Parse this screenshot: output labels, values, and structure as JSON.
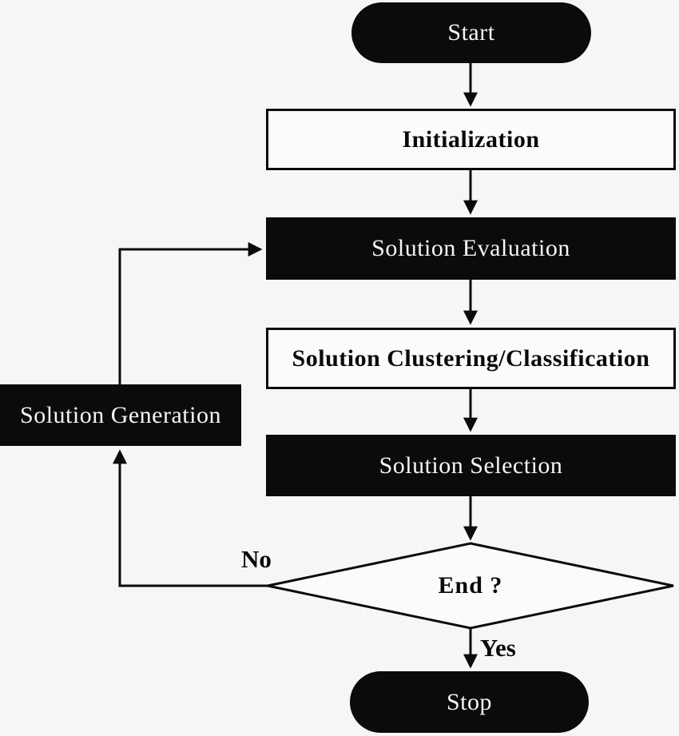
{
  "flowchart": {
    "nodes": {
      "start": "Start",
      "initialization": "Initialization",
      "evaluation": "Solution Evaluation",
      "clustering": "Solution Clustering/Classification",
      "selection": "Solution Selection",
      "generation": "Solution Generation",
      "decision": "End ?",
      "stop": "Stop"
    },
    "edge_labels": {
      "no": "No",
      "yes": "Yes"
    },
    "colors": {
      "background": "#f7f6f4",
      "node_fill_dark": "#0b0b0b",
      "node_fill_light": "#fbfbf9",
      "node_text_light": "#f6f5f2",
      "node_text_dark": "#0a0a0a",
      "line": "#0b0b0b"
    }
  }
}
